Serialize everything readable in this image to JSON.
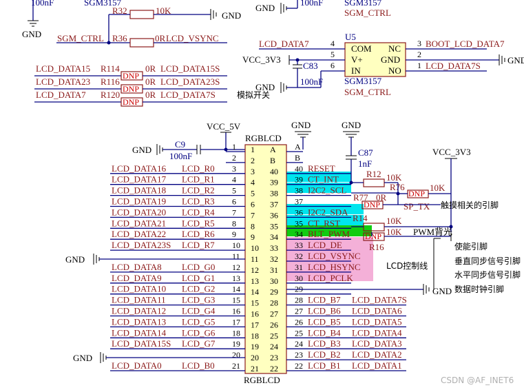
{
  "top_left": {
    "cap_value_partial": "100nF",
    "chip_name_partial": "SGM3157",
    "gnd_label": "GND",
    "r32": {
      "ref": "R32",
      "value": "10K",
      "gnd": "GND"
    },
    "sgm_ctrl": "SGM_CTRL",
    "r36": {
      "ref": "R36",
      "value": "0R",
      "net": "LCD_VSYNC"
    }
  },
  "dnp_rows": [
    {
      "left": "LCD_DATA15",
      "ref": "R114",
      "dnp": "DNP",
      "value": "0R",
      "right": "LCD_DATA15S"
    },
    {
      "left": "LCD_DATA23",
      "ref": "R116",
      "dnp": "DNP",
      "value": "0R",
      "right": "LCD_DATA23S"
    },
    {
      "left": "LCD_DATA7",
      "ref": "R120",
      "dnp": "DNP",
      "value": "0R",
      "right": "LCD_DATA7S"
    }
  ],
  "top_right": {
    "gnd1": "GND",
    "cap_value_partial": "100nF",
    "chip_partial": "SGM3157",
    "sgm_ctrl_partial": "SGM_CTRL",
    "u5": {
      "net_in": "LCD_DATA7",
      "ref": "U5",
      "pins_left": [
        {
          "num": "4",
          "name": "COM"
        },
        {
          "num": "5",
          "name": "V+"
        },
        {
          "num": "6",
          "name": "IN"
        }
      ],
      "pins_right": [
        {
          "num": "3",
          "name": "NC"
        },
        {
          "num": "2",
          "name": "GND"
        },
        {
          "num": "1",
          "name": "NO"
        }
      ],
      "part": "SGM3157",
      "ctrl": "SGM_CTRL",
      "boot_net": "BOOT_LCD_DATA7",
      "out_net": "LCD_DATA7S",
      "gnd": "GND"
    },
    "vcc": "VCC_3V3",
    "c83": "C83",
    "gnd2": "GND",
    "cap2": "100nF",
    "analog_switch": "模拟开关"
  },
  "connector": {
    "title_top": "RGBLCD",
    "title_bottom": "RGBLCD",
    "vcc5": "VCC_5V",
    "gnd_top": "GND",
    "gnd_top2": "GND",
    "c9": {
      "ref": "C9",
      "value": "100nF",
      "gnd": "GND"
    },
    "col_a": "A",
    "col_b": "B",
    "left_nets": [
      {
        "net": "",
        "sig": "",
        "num": "1"
      },
      {
        "net": "",
        "sig": "",
        "num": "2"
      },
      {
        "net": "LCD_DATA16",
        "sig": "LCD_R0",
        "num": "3"
      },
      {
        "net": "LCD_DATA17",
        "sig": "LCD_R1",
        "num": "4"
      },
      {
        "net": "LCD_DATA18",
        "sig": "LCD_R2",
        "num": "5"
      },
      {
        "net": "LCD_DATA19",
        "sig": "LCD_R3",
        "num": "6"
      },
      {
        "net": "LCD_DATA20",
        "sig": "LCD_R4",
        "num": "7"
      },
      {
        "net": "LCD_DATA21",
        "sig": "LCD_R5",
        "num": "8"
      },
      {
        "net": "LCD_DATA22",
        "sig": "LCD_R6",
        "num": "9"
      },
      {
        "net": "LCD_DATA23S",
        "sig": "LCD_R7",
        "num": "10"
      },
      {
        "net": "",
        "sig": "",
        "num": "11"
      },
      {
        "net": "LCD_DATA8",
        "sig": "LCD_G0",
        "num": "12"
      },
      {
        "net": "LCD_DATA9",
        "sig": "LCD_G1",
        "num": "13"
      },
      {
        "net": "LCD_DATA10",
        "sig": "LCD_G2",
        "num": "14"
      },
      {
        "net": "LCD_DATA11",
        "sig": "LCD_G3",
        "num": "15"
      },
      {
        "net": "LCD_DATA12",
        "sig": "LCD_G4",
        "num": "16"
      },
      {
        "net": "LCD_DATA13",
        "sig": "LCD_G5",
        "num": "17"
      },
      {
        "net": "LCD_DATA14",
        "sig": "LCD_G6",
        "num": "18"
      },
      {
        "net": "LCD_DATA15S",
        "sig": "LCD_G7",
        "num": "19"
      },
      {
        "net": "",
        "sig": "",
        "num": "20"
      },
      {
        "net": "LCD_DATA0",
        "sig": "LCD_B0",
        "num": "21"
      }
    ],
    "inner_left": [
      "1",
      "2",
      "3",
      "4",
      "5",
      "6",
      "7",
      "8",
      "9",
      "10",
      "11",
      "12",
      "13",
      "14",
      "15",
      "16",
      "17",
      "18",
      "19",
      "20",
      "21"
    ],
    "inner_right": [
      "A",
      "B",
      "40",
      "39",
      "38",
      "37",
      "36",
      "35",
      "34",
      "33",
      "32",
      "31",
      "30",
      "29",
      "28",
      "27",
      "26",
      "25",
      "24",
      "23",
      "22"
    ],
    "right_nets": [
      {
        "num": "A",
        "sig": "",
        "net": ""
      },
      {
        "num": "B",
        "sig": "",
        "net": ""
      },
      {
        "num": "40",
        "sig": "RESET",
        "net": ""
      },
      {
        "num": "39",
        "sig": "CT_INT",
        "net": ""
      },
      {
        "num": "38",
        "sig": "I2C2_SCL",
        "net": ""
      },
      {
        "num": "37",
        "sig": "",
        "net": ""
      },
      {
        "num": "36",
        "sig": "I2C2_SDA",
        "net": ""
      },
      {
        "num": "35",
        "sig": "CT_RST",
        "net": ""
      },
      {
        "num": "34",
        "sig": "BLT_PWM",
        "net": ""
      },
      {
        "num": "33",
        "sig": "LCD_DE",
        "net": ""
      },
      {
        "num": "32",
        "sig": "LCD_VSYNC",
        "net": ""
      },
      {
        "num": "31",
        "sig": "LCD_HSYNC",
        "net": ""
      },
      {
        "num": "30",
        "sig": "LCD_PCLK",
        "net": ""
      },
      {
        "num": "29",
        "sig": "",
        "net": ""
      },
      {
        "num": "28",
        "sig": "LCD_B7",
        "net": "LCD_DATA7S"
      },
      {
        "num": "27",
        "sig": "LCD_B6",
        "net": "LCD_DATA6"
      },
      {
        "num": "26",
        "sig": "LCD_B5",
        "net": "LCD_DATA5"
      },
      {
        "num": "25",
        "sig": "LCD_B4",
        "net": "LCD_DATA4"
      },
      {
        "num": "24",
        "sig": "LCD_B3",
        "net": "LCD_DATA3"
      },
      {
        "num": "23",
        "sig": "LCD_B2",
        "net": "LCD_DATA2"
      },
      {
        "num": "22",
        "sig": "LCD_B1",
        "net": "LCD_DATA1"
      }
    ],
    "gnd_left_11": "GND",
    "gnd_left_20": "GND",
    "gnd_right_29": "GND"
  },
  "right_side": {
    "c87": {
      "ref": "C87",
      "value": "1nF"
    },
    "vcc": "VCC_3V3",
    "r12": {
      "ref": "R12",
      "value": "10K"
    },
    "r76": {
      "ref": "R76",
      "dnp": "DNP",
      "value": "10K"
    },
    "r77": {
      "ref": "R77",
      "value": "0R",
      "dnp": "DNP"
    },
    "sp_tx": "SP_TX",
    "touch_note": "触摸相关的引脚",
    "r14": {
      "ref": "R14",
      "value": "10K"
    },
    "r16": {
      "ref": "R16",
      "value": "10K",
      "dnp": "DNP"
    },
    "pwm_note": "PWM背光",
    "lcd_ctrl_note": "LCD控制线",
    "ctrl_notes": [
      "使能引脚",
      "垂直同步信号引脚",
      "水平同步信号引脚",
      "数据时钟引脚"
    ],
    "gnd": "GND"
  },
  "highlight_colors": {
    "cyan": "#00e5ee",
    "green": "#11cc11",
    "pink": "#f4b0d8"
  },
  "watermark": "CSDN @AF_INET6"
}
